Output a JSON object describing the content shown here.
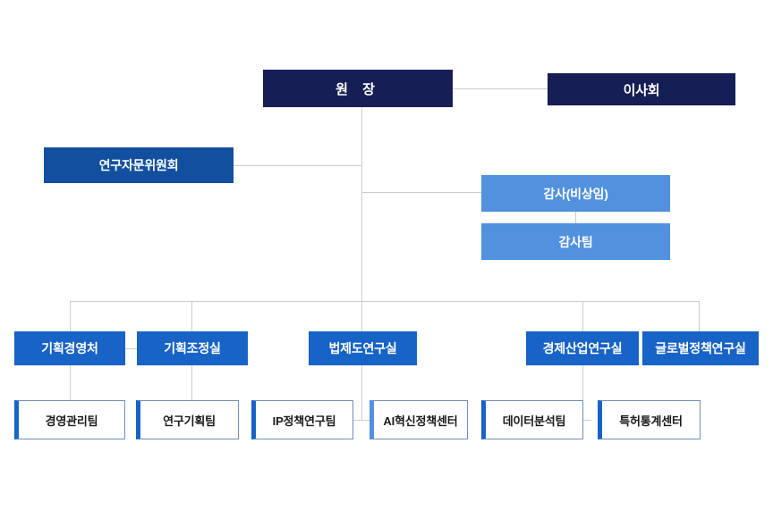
{
  "chart_title": "",
  "colors": {
    "navy": "#161f55",
    "royal": "#1763c6",
    "royal_dark": "#12509f",
    "sky": "#5191de",
    "line": "#c9cdd2",
    "team_border": "#6f8fc0",
    "background": "#ffffff"
  },
  "nodes": {
    "director": "원   장",
    "board": "이사회",
    "advisory": "연구자문위원회",
    "auditor": "감사(비상임)",
    "audit_team": "감사팀",
    "divisions": [
      {
        "label": "기획경영처"
      },
      {
        "label": "기획조정실"
      },
      {
        "label": "법제도연구실"
      },
      {
        "label": "경제산업연구실"
      },
      {
        "label": "글로벌정책연구실"
      }
    ],
    "teams": [
      {
        "label": "경영관리팀",
        "edge": "dark"
      },
      {
        "label": "연구기획팀",
        "edge": "dark"
      },
      {
        "label": "IP정책연구팀",
        "edge": "dark"
      },
      {
        "label": "AI혁신정책센터",
        "edge": "light"
      },
      {
        "label": "데이터분석팀",
        "edge": "dark"
      },
      {
        "label": "특허통계센터",
        "edge": "dark"
      }
    ]
  }
}
